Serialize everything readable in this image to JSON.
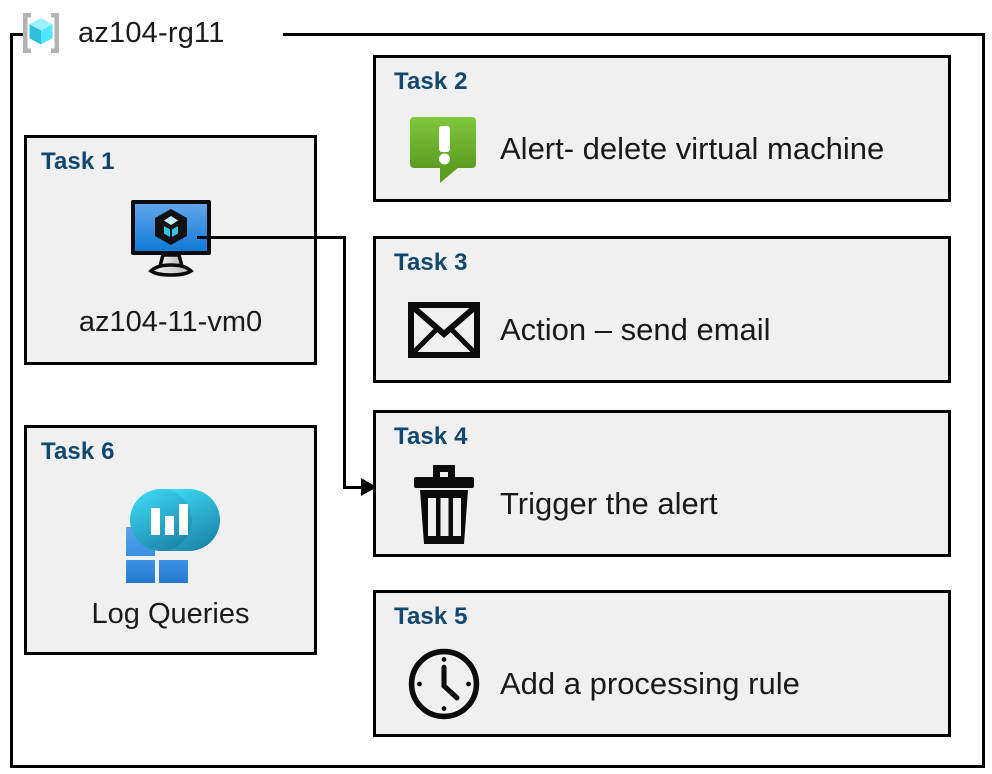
{
  "resource_group": {
    "name": "az104-rg11",
    "icon": "azure-resource-group-icon"
  },
  "colors": {
    "task_label": "#12476e",
    "card_fill": "#f0f0f0",
    "card_border": "#000000",
    "alert_green_light": "#7ac143",
    "alert_green_dark": "#5a9e23",
    "rg_icon_cyan": "#50e6ff",
    "rg_icon_cyan_dark": "#32bedd",
    "rg_icon_bracket": "#b3b3b3",
    "vm_blue_light": "#5ea0e8",
    "vm_blue_dark": "#0f7ad8",
    "log_tile_blue": "#2f86d8",
    "log_tile_blue_light": "#4c9ff0",
    "log_bubble_cyan": "#32d4f5",
    "log_bubble_teal": "#1f86a8"
  },
  "left_column": [
    {
      "label": "Task 1",
      "caption": "az104-11-vm0",
      "icon": "virtual-machine-icon"
    },
    {
      "label": "Task 6",
      "caption": "Log Queries",
      "icon": "log-queries-icon"
    }
  ],
  "right_column": [
    {
      "label": "Task 2",
      "text": "Alert- delete virtual machine",
      "icon": "alert-bubble-icon"
    },
    {
      "label": "Task 3",
      "text": "Action – send email",
      "icon": "envelope-icon"
    },
    {
      "label": "Task 4",
      "text": "Trigger the alert",
      "icon": "trash-icon"
    },
    {
      "label": "Task 5",
      "text": "Add a processing rule",
      "icon": "clock-icon"
    }
  ],
  "connector": {
    "from": "Task 1",
    "to": "Task 4",
    "style": "elbow-arrow"
  }
}
